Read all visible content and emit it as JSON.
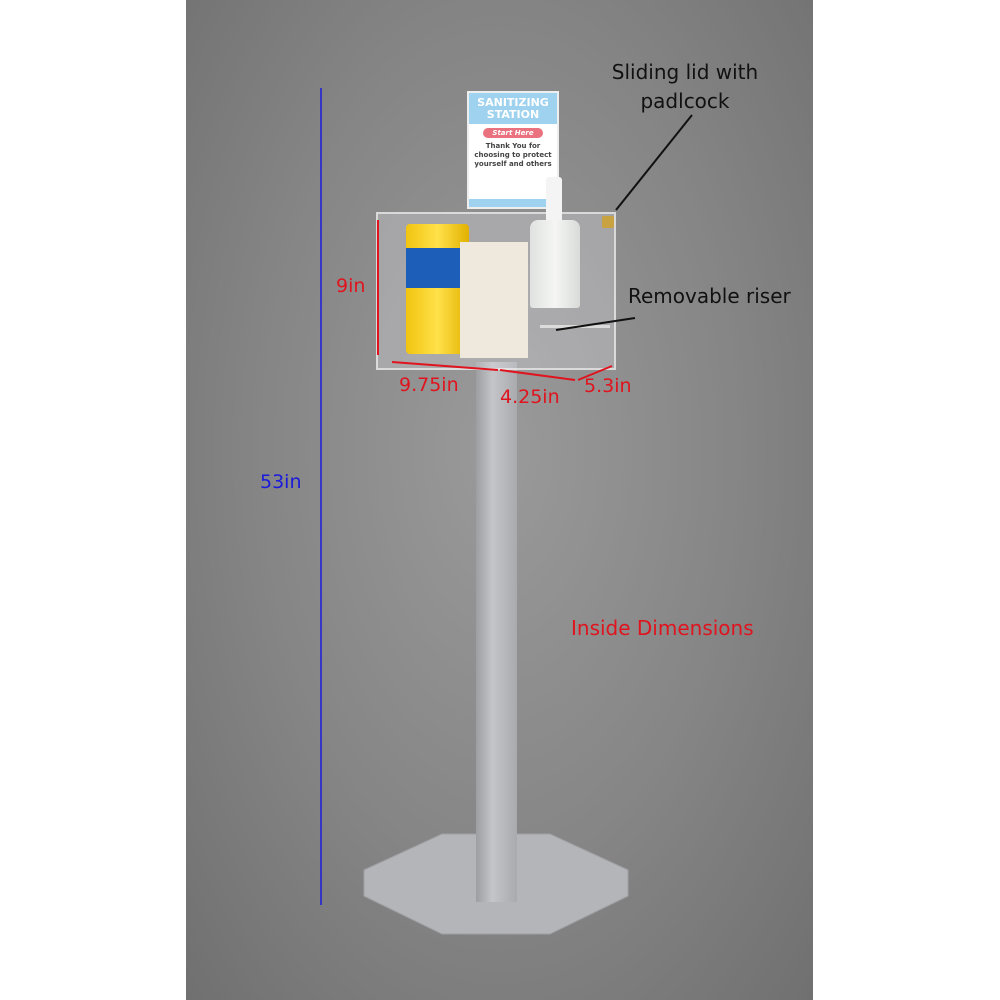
{
  "sign": {
    "title": "SANITIZING STATION",
    "button": "Start Here",
    "message": "Thank You for choosing to protect yourself and others"
  },
  "annotations": {
    "lid": "Sliding lid with padlcock",
    "riser": "Removable riser",
    "inside": "Inside Dimensions"
  },
  "dimensions": {
    "total_height": "53in",
    "box_height": "9in",
    "width_left": "9.75in",
    "width_right": "4.25in",
    "depth": "5.3in"
  },
  "colors": {
    "dimension_red": "#e0141e",
    "height_blue": "#1a1adc"
  }
}
